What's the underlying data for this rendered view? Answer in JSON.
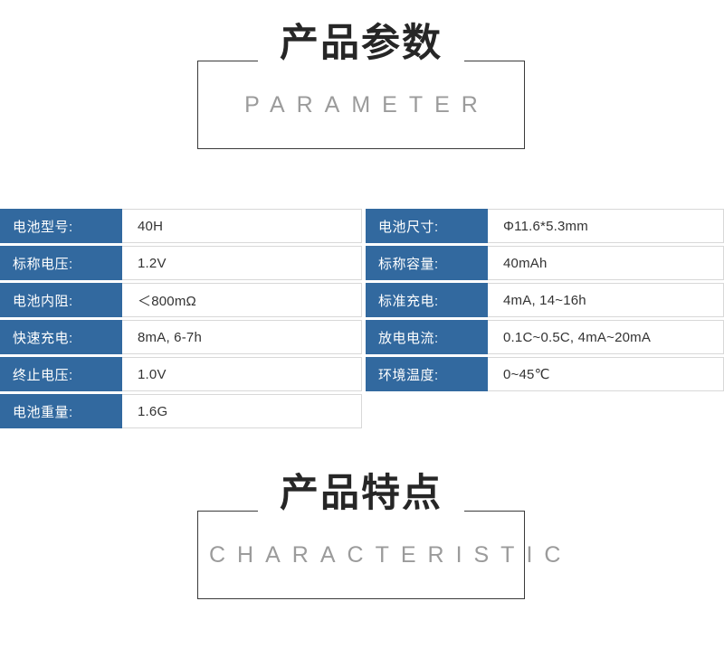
{
  "sections": [
    {
      "cn_title": "产品参数",
      "en_title": "PARAMETER"
    },
    {
      "cn_title": "产品特点",
      "en_title": "CHARACTERISTIC"
    }
  ],
  "colors": {
    "label_blue": "#32699f",
    "value_text": "#333333",
    "en_title_gray": "#9b9b9b",
    "cn_title_black": "#262626",
    "cell_border": "#d8d8d8"
  },
  "spec_table": {
    "left_column": [
      {
        "label": "电池型号:",
        "value": "40H"
      },
      {
        "label": "标称电压:",
        "value": "1.2V"
      },
      {
        "label": "电池内阻:",
        "value": "＜800mΩ"
      },
      {
        "label": "快速充电:",
        "value": "8mA, 6-7h"
      },
      {
        "label": "终止电压:",
        "value": "1.0V"
      },
      {
        "label": "电池重量:",
        "value": "1.6G"
      }
    ],
    "right_column": [
      {
        "label": "电池尺寸:",
        "value": "Φ11.6*5.3mm"
      },
      {
        "label": "标称容量:",
        "value": "40mAh"
      },
      {
        "label": "标准充电:",
        "value": "4mA, 14~16h"
      },
      {
        "label": "放电电流:",
        "value": "0.1C~0.5C, 4mA~20mA"
      },
      {
        "label": "环境温度:",
        "value": "0~45℃"
      }
    ]
  }
}
